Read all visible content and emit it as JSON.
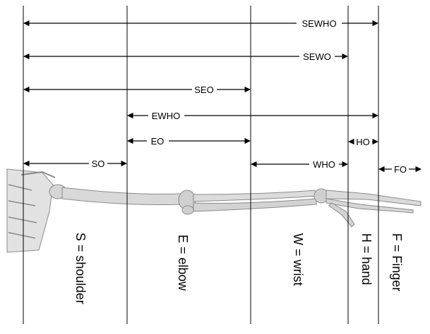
{
  "dimensions": [
    {
      "id": "sewho",
      "label": "SEWHO"
    },
    {
      "id": "sewo",
      "label": "SEWO"
    },
    {
      "id": "seo",
      "label": "SEO"
    },
    {
      "id": "ewho",
      "label": "EWHO"
    },
    {
      "id": "eo",
      "label": "EO"
    },
    {
      "id": "ho",
      "label": "HO"
    },
    {
      "id": "so",
      "label": "SO"
    },
    {
      "id": "who",
      "label": "WHO"
    },
    {
      "id": "fo",
      "label": "FO"
    }
  ],
  "joint_labels": {
    "shoulder": "S = shoulder",
    "elbow": "E = elbow",
    "wrist": "W = wrist",
    "hand": "H = hand",
    "finger": "F = Finger"
  },
  "colors": {
    "line": "#000000",
    "bone": "#d6d6d6",
    "bone_dark": "#9a9a9a"
  }
}
